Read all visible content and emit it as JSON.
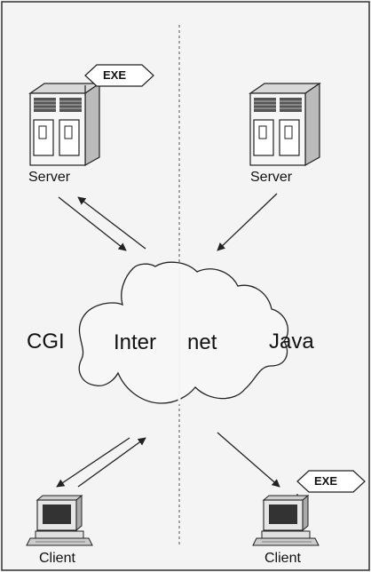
{
  "left": {
    "section_label": "CGI",
    "server_label": "Server",
    "client_label": "Client",
    "exe_tag": "EXE"
  },
  "right": {
    "section_label": "Java",
    "server_label": "Server",
    "client_label": "Client",
    "exe_tag": "EXE"
  },
  "cloud": {
    "left_text": "Inter",
    "right_text": "net"
  }
}
